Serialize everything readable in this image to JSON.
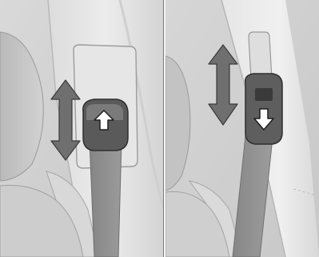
{
  "figure": {
    "panels": [
      {
        "id": "left",
        "arrow_direction": "up",
        "adjustment_arrow": "up-down"
      },
      {
        "id": "right",
        "arrow_direction": "down",
        "adjustment_arrow": "up-down"
      }
    ],
    "colors": {
      "background": "#cfcfcf",
      "pillar": "#e2e2e2",
      "headrest": "#c4c4c4",
      "belt": "#8e8e8e",
      "anchor": "#5c5c5c",
      "arrow": "#6f6f6f",
      "outline": "#3a3a3a"
    },
    "icons": [
      "double-headed-vertical-arrow",
      "up-arrow-icon",
      "down-arrow-icon"
    ]
  }
}
